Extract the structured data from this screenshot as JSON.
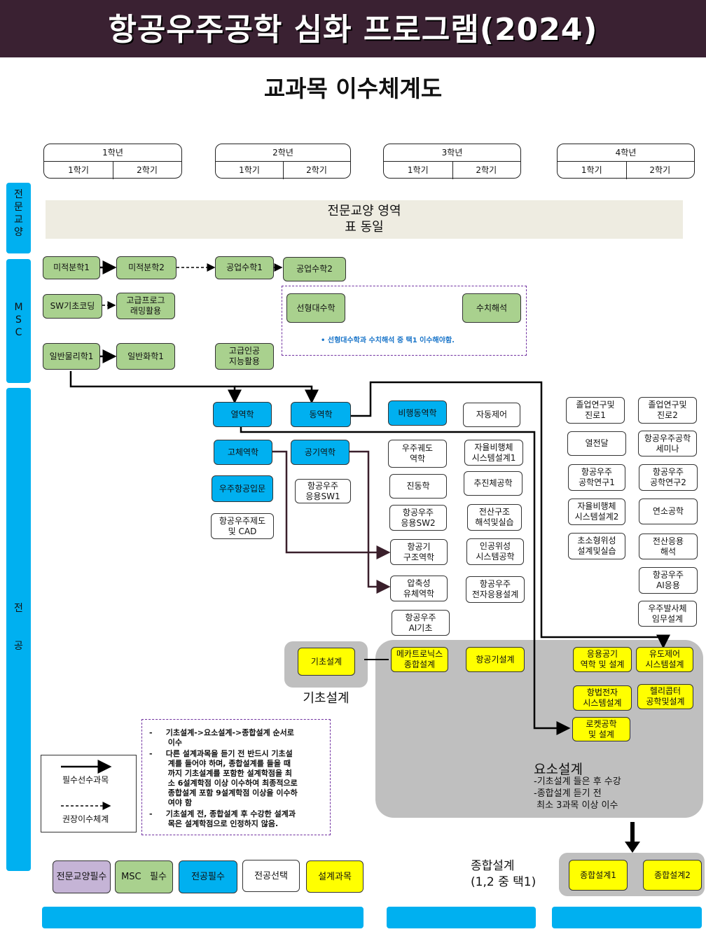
{
  "header": {
    "title": "항공우주공학 심화 프로그램(2024)",
    "subtitle": "교과목 이수체계도"
  },
  "years": [
    {
      "label": "1학년",
      "sem1": "1학기",
      "sem2": "2학기"
    },
    {
      "label": "2학년",
      "sem1": "1학기",
      "sem2": "2학기"
    },
    {
      "label": "3학년",
      "sem1": "1학기",
      "sem2": "2학기"
    },
    {
      "label": "4학년",
      "sem1": "1학기",
      "sem2": "2학기"
    }
  ],
  "side_labels": {
    "gened": "전\n문\n교\n양",
    "msc": "M\nS\nC",
    "major": "전\n\n\n공"
  },
  "gened_area": {
    "line1": "전문교양 영역",
    "line2": "표 동일"
  },
  "msc": {
    "calc1": "미적분학1",
    "calc2": "미적분학2",
    "engmath1": "공업수학1",
    "engmath2": "공업수학2",
    "sw_coding": "SW기초코딩",
    "adv_prog": "고급프로그\n래밍활용",
    "linear_algebra": "선형대수학",
    "numerical": "수치해석",
    "elective_note": "•   선형대수학과 수치해석 중 택1 이수해야함.",
    "physics1": "일반물리학1",
    "chem1": "일반화학1",
    "adv_ai": "고급인공\n지능활용"
  },
  "major": {
    "thermo": "열역학",
    "dynamics": "동역학",
    "flight_dyn": "비행동역학",
    "auto_control": "자동제어",
    "solid_mech": "고체역학",
    "aerodynamics": "공기역학",
    "orbital": "우주궤도\n역학",
    "auto_vehicle1": "자율비행체\n시스템설계1",
    "intro_aero": "우주항공입문",
    "aero_sw1": "항공우주\n응용SW1",
    "vibration": "진동학",
    "propulsion": "추진체공학",
    "drawing_cad": "항공우주제도\n및 CAD",
    "aero_sw2": "항공우주\n응용SW2",
    "comp_struct": "전산구조\n해석및실습",
    "aircraft_struct": "항공기\n구조역학",
    "satellite": "인공위성\n시스템공학",
    "compressible": "압축성\n유체역학",
    "avionics_design": "항공우주\n전자응용설계",
    "aero_ai_basic": "항공우주\nAI기초",
    "grad_research1": "졸업연구및\n진로1",
    "grad_research2": "졸업연구및\n진로2",
    "heat_transfer": "열전달",
    "seminar": "항공우주공학\n세미나",
    "aero_research1": "항공우주\n공학연구1",
    "aero_research2": "항공우주\n공학연구2",
    "auto_vehicle2": "자율비행체\n시스템설계2",
    "combustion": "연소공학",
    "small_sat": "초소형위성\n설계및실습",
    "cfd": "전산응용\n해석",
    "aero_ai_app": "항공우주\nAI응용",
    "launch_vehicle": "우주발사체\n임무설계"
  },
  "design": {
    "basic_design": "기초설계",
    "basic_design_label": "기초설계",
    "mechatronics": "메카트로닉스\n종합설계",
    "aircraft_design": "항공기설계",
    "applied_aero": "응용공기\n역학 및 설계",
    "guidance": "유도제어\n시스템설계",
    "avionics_sys": "항법전자\n시스템설계",
    "helicopter": "헬리콥터\n공학및설계",
    "rocket": "로켓공학\n및 설계",
    "element_title": "요소설계",
    "element_note1": "-기초설계 들은 후 수강",
    "element_note2": "-종합설계 듣기 전",
    "element_note3": " 최소 3과목 이상 이수",
    "capstone_label1": "종합설계",
    "capstone_label2": "(1,2 중 택1)",
    "capstone1": "종합설계1",
    "capstone2": "종합설계2"
  },
  "notes": [
    "-     기초설계->요소설계->종합설계 순서로\n       이수",
    "-     다른 설계과목을 듣기 전 반드시 기초설\n       계를 들어야 하며, 종합설계를 들을 때\n       까지 기초설계를 포함한 설계학점을 최\n       소 6설계학점 이상 이수하여 최종적으로\n       종합설계 포함 9설계학점 이상을 이수하\n       여야 함",
    "-     기초설계 전, 종합설계 후 수강한 설계과\n       목은 설계학점으로 인정하지 않음."
  ],
  "legend_arrows": {
    "required": "필수선수과목",
    "recommended": "권장이수체계"
  },
  "legend_colors": [
    {
      "label": "전문교양필수",
      "color": "#c5b4d6"
    },
    {
      "label": "MSC   필수",
      "color": "#a9d18e"
    },
    {
      "label": "전공필수",
      "color": "#00b0f0"
    },
    {
      "label": "전공선택",
      "color": "#ffffff"
    },
    {
      "label": "설계과목",
      "color": "#ffff00"
    }
  ],
  "colors": {
    "banner": "#3a2132",
    "side_band": "#00b0f0",
    "gened_area": "#eeece1",
    "design_gray": "#bfbfbf"
  }
}
